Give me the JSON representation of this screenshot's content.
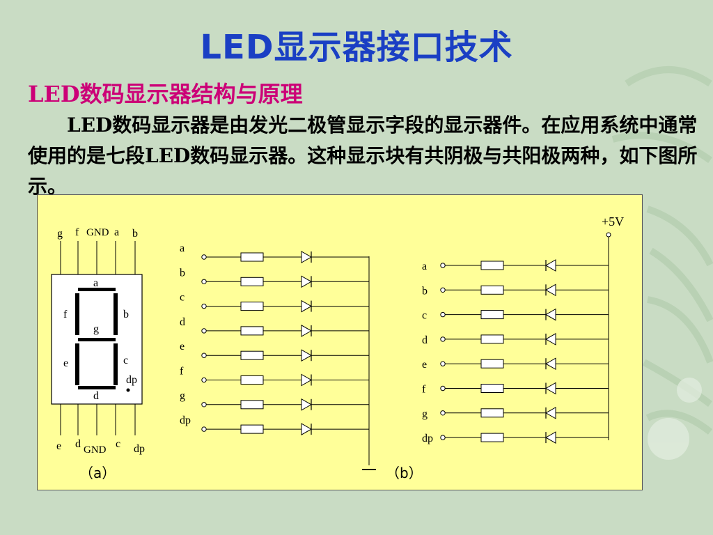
{
  "slide": {
    "title": "LED显示器接口技术",
    "subtitle": "LED数码显示器结构与原理",
    "paragraph": "LED数码显示器是由发光二极管显示字段的显示器件。在应用系统中通常使用的是七段LED数码显示器。这种显示块有共阴极与共阳极两种，如下图所示。",
    "colors": {
      "title": "#1a3fc4",
      "subtitle": "#cc0077",
      "panel": "#ffff99",
      "background": "#c9dcc4"
    }
  },
  "diagram": {
    "seg_display": {
      "top_pins": [
        "g",
        "f",
        "GND",
        "a",
        "b"
      ],
      "bottom_pins": [
        "e",
        "d",
        "GND",
        "c",
        "dp"
      ],
      "segments": {
        "a": "a",
        "b": "b",
        "c": "c",
        "d": "d",
        "e": "e",
        "f": "f",
        "g": "g",
        "dp": "dp"
      },
      "caption": "（a）"
    },
    "common_cathode": {
      "labels": [
        "a",
        "b",
        "c",
        "d",
        "e",
        "f",
        "g",
        "dp"
      ],
      "caption": "（b）"
    },
    "common_anode": {
      "supply": "+5V",
      "labels": [
        "a",
        "b",
        "c",
        "d",
        "e",
        "f",
        "g",
        "dp"
      ]
    }
  }
}
